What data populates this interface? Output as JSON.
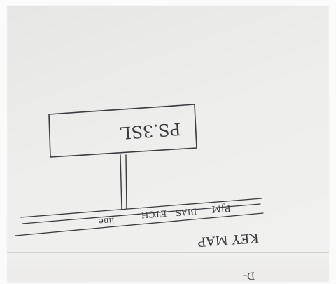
{
  "scene": {
    "type": "photo of a hand-drawn sketch on paper (upside-down handwriting)",
    "box_label": "PS.3SL",
    "line_labels": [
      "line",
      "ETCH",
      "BIAS",
      "PJM"
    ],
    "key_label": "KEY MAP",
    "bottom_fragment": "D–"
  }
}
